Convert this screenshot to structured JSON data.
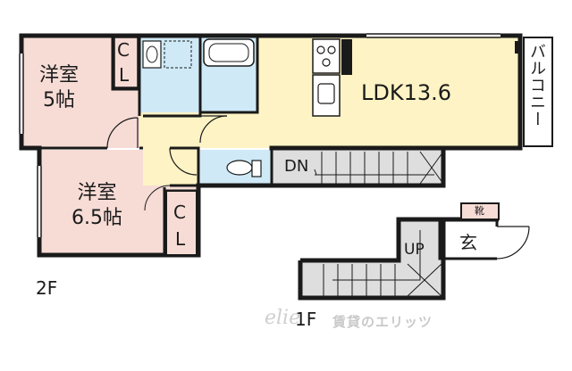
{
  "rooms": {
    "western1": {
      "name": "洋室",
      "size": "5帖"
    },
    "western2": {
      "name": "洋室",
      "size": "6.5帖"
    },
    "ldk": {
      "label": "LDK13.6"
    },
    "closet1": {
      "c": "C",
      "l": "L"
    },
    "closet2": {
      "c": "C",
      "l": "L"
    },
    "balcony": {
      "label": "バルコニー"
    },
    "stairs_down": {
      "label": "DN"
    },
    "stairs_up": {
      "label": "UP"
    },
    "entrance": {
      "label": "玄"
    },
    "shoe": {
      "label": "靴"
    }
  },
  "floors": {
    "second": "2F",
    "first": "1F"
  },
  "watermark": {
    "logo": "elie",
    "text": "賃貸のエリッツ"
  },
  "colors": {
    "western": "#f7dcd6",
    "ldk": "#fdf3c4",
    "wet": "#cfe9f7",
    "stair": "#dedede",
    "closet": "#f7dcd6",
    "wall": "#1a1a1a"
  }
}
